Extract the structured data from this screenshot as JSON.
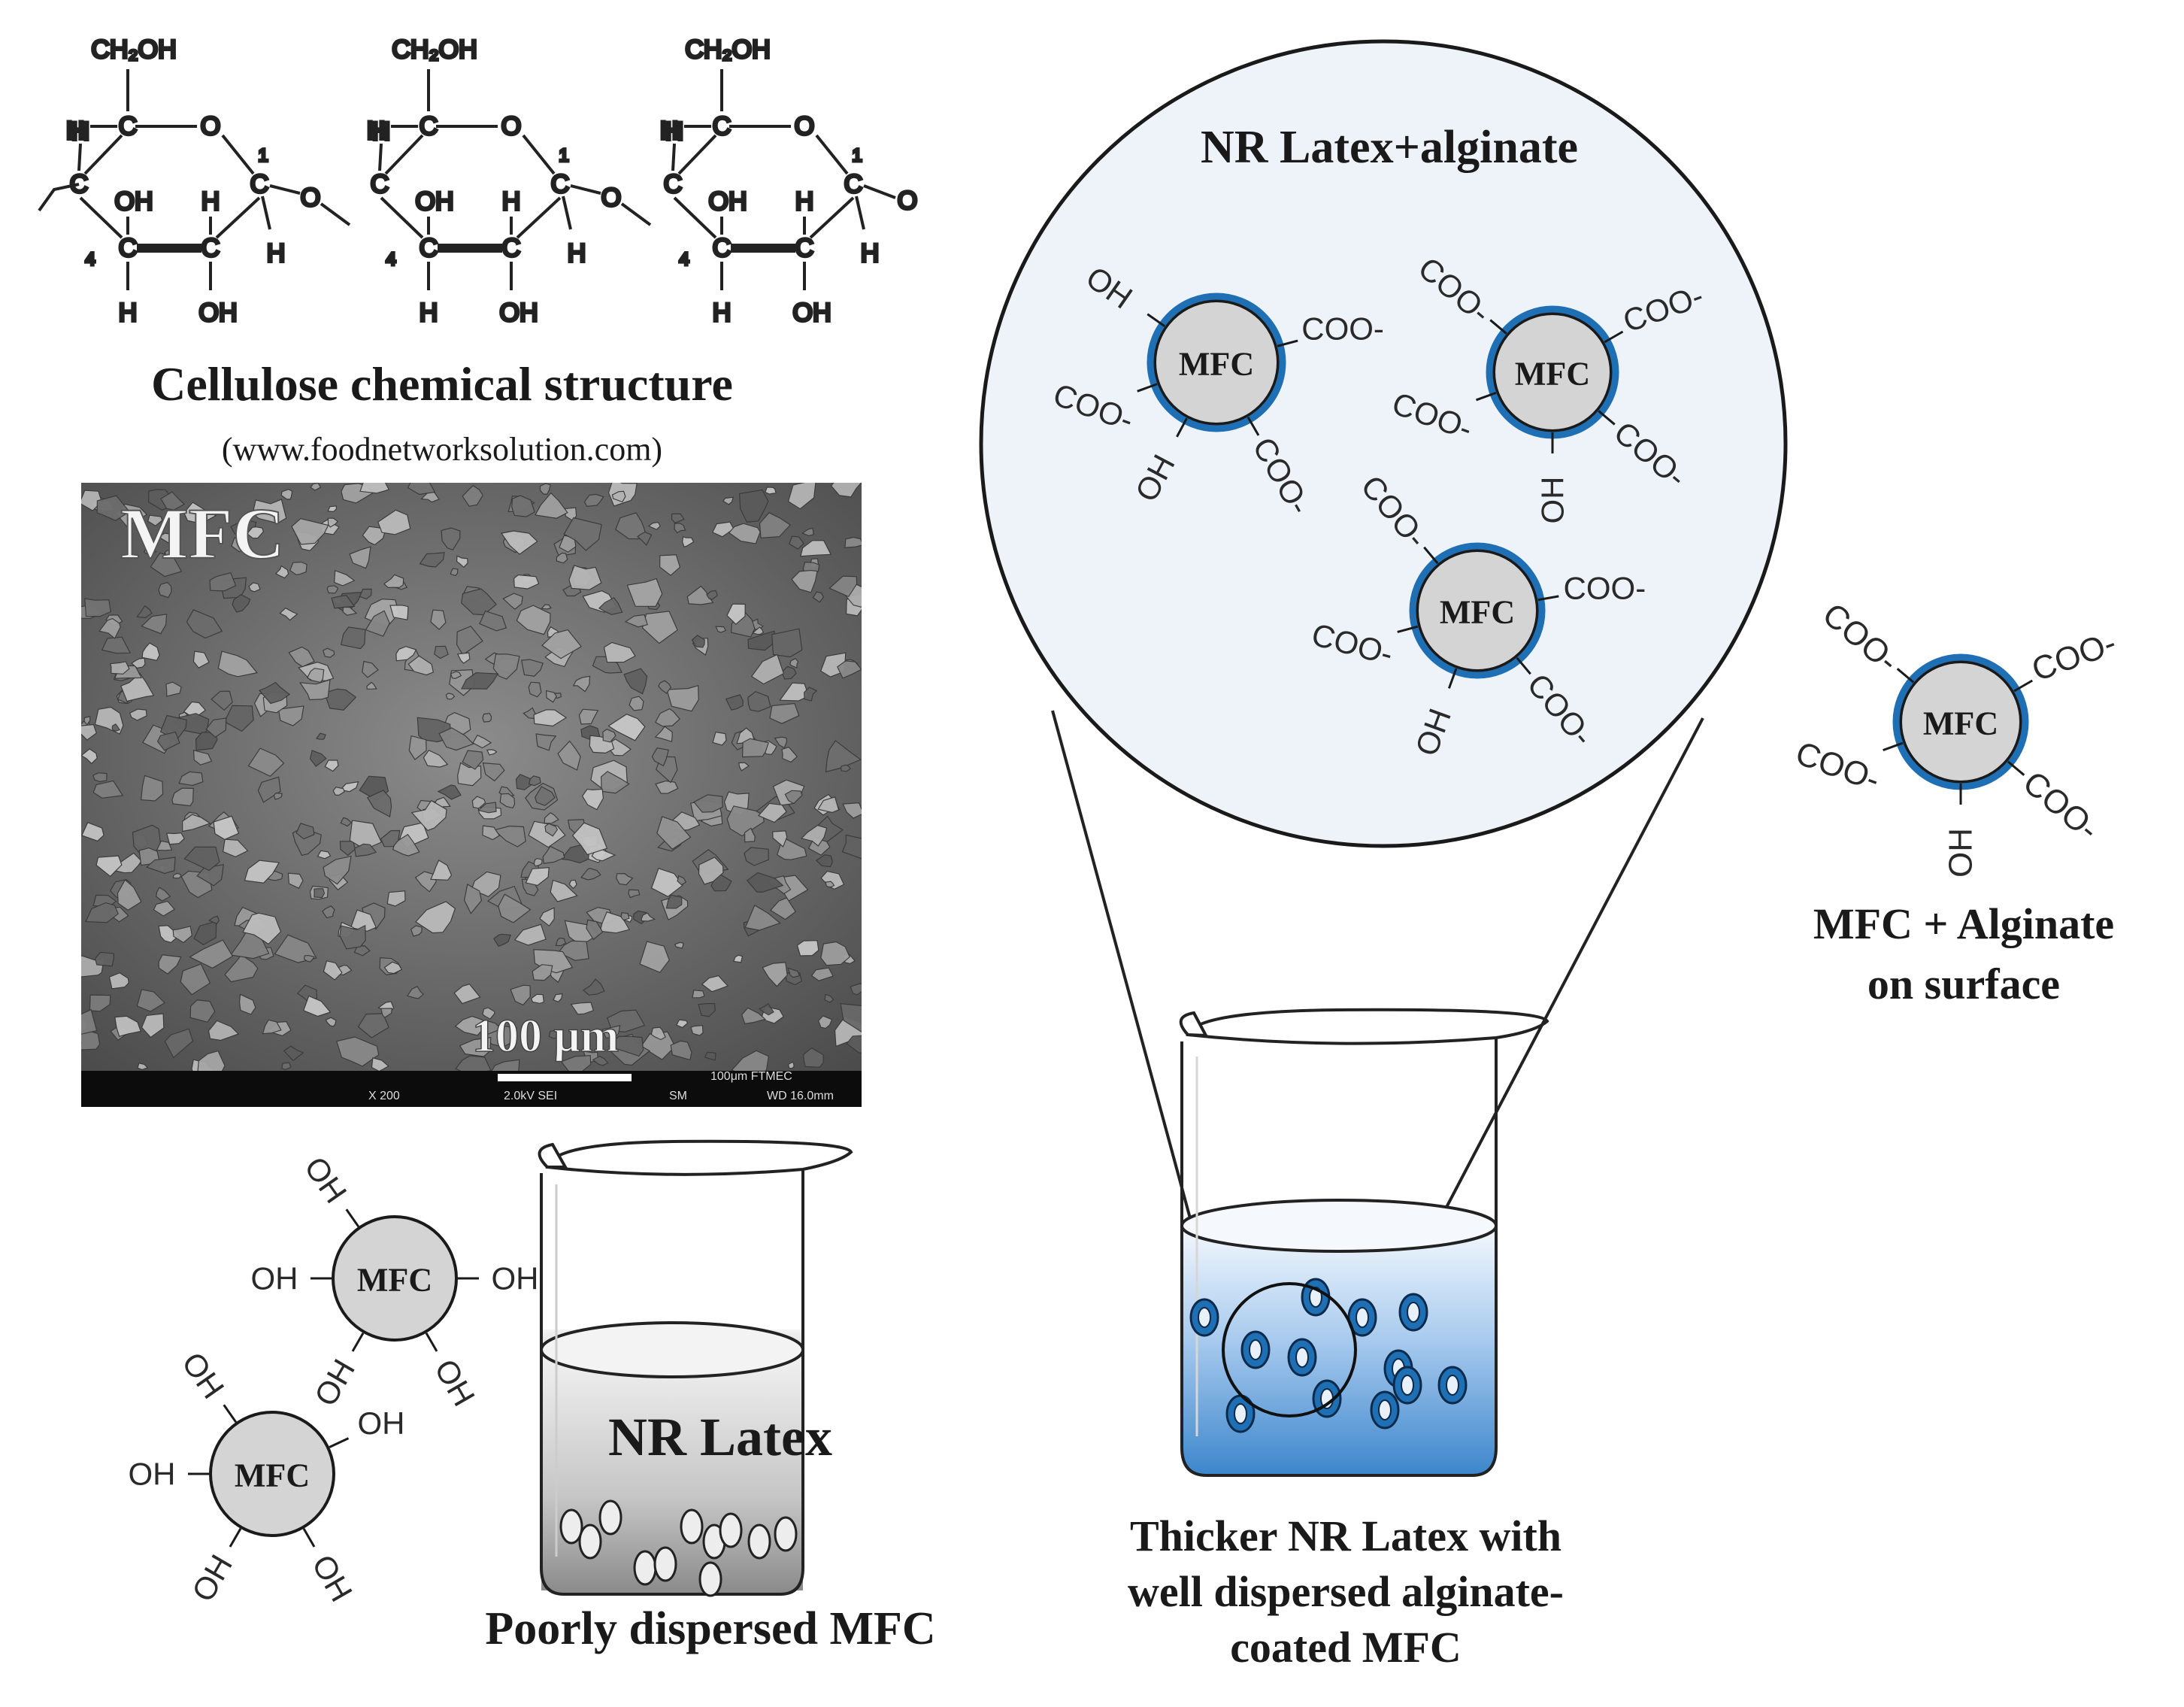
{
  "cellulose": {
    "title": "Cellulose chemical structure",
    "source": "(www.foodnetworksolution.com)",
    "ch2oh": "CH₂OH",
    "oh": "OH",
    "h": "H",
    "c": "C",
    "o": "O",
    "pos1": "1",
    "pos4": "4"
  },
  "sem": {
    "label": "MFC",
    "scale_text": "100 μm",
    "info_bar": [
      "X 200",
      "2.0kV SEI",
      "SM",
      "WD 16.0mm"
    ],
    "info_top": "100μm  FTMEC"
  },
  "poor": {
    "beaker_label": "NR Latex",
    "caption": "Poorly dispersed MFC",
    "particle_label": "MFC",
    "group": "OH"
  },
  "zoom": {
    "title": "NR Latex+alginate",
    "particle_label": "MFC",
    "coo": "COO",
    "oh": "OH",
    "superscript_minus": "-"
  },
  "thick": {
    "caption_lines": [
      "Thicker NR Latex with",
      "well dispersed alginate-",
      "coated MFC"
    ]
  },
  "single": {
    "particle_label": "MFC",
    "caption_lines": [
      "MFC + Alginate",
      "on surface"
    ]
  },
  "colors": {
    "alginate_blue": "#1f6fb5",
    "particle_gray": "#d4d4d4",
    "zoom_fill": "#eef3fa",
    "latex_gray_top": "#e4e4e4",
    "latex_gray_bottom": "#8a8a8a",
    "latex_blue_top": "#eef5fc",
    "latex_blue_bottom": "#3c86cc"
  }
}
